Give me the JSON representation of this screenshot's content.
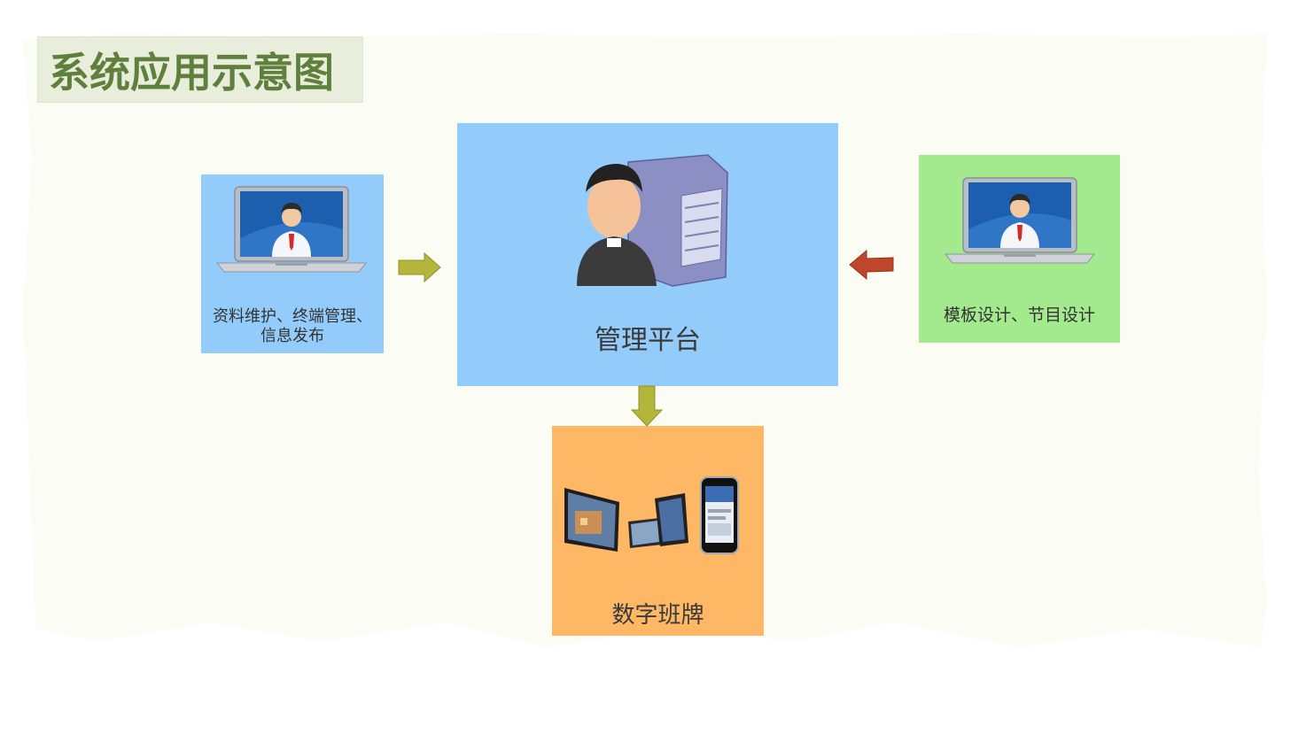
{
  "title": "系统应用示意图",
  "nodes": {
    "left": {
      "label_line1": "资料维护、终端管理、",
      "label_line2": "信息发布",
      "icon": "laptop-user-icon"
    },
    "center": {
      "label": "管理平台",
      "icon": "admin-server-icon"
    },
    "right": {
      "label": "模板设计、节目设计",
      "icon": "laptop-user-icon"
    },
    "bottom": {
      "label": "数字班牌",
      "icon": "display-devices-icon"
    }
  },
  "colors": {
    "paper": "#fbfdf4",
    "title_text": "#5f7f3c",
    "title_bg": "#e9eddc",
    "blue_node": "#93ccfb",
    "green_node": "#a3e98d",
    "orange_node": "#fdb765",
    "arrow_olive": "#b3b63a",
    "arrow_red": "#c0462b"
  },
  "edges": [
    {
      "from": "left",
      "to": "center",
      "color": "olive"
    },
    {
      "from": "right",
      "to": "center",
      "color": "red"
    },
    {
      "from": "center",
      "to": "bottom",
      "color": "olive"
    }
  ]
}
